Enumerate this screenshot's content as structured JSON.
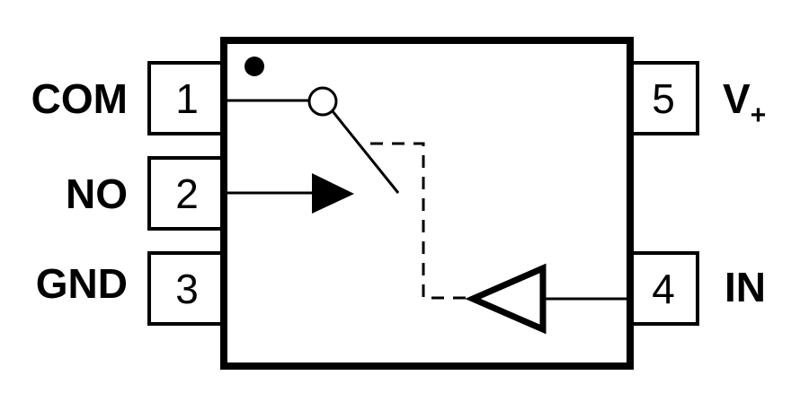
{
  "pins": {
    "p1": {
      "number": "1",
      "label": "COM"
    },
    "p2": {
      "number": "2",
      "label": "NO"
    },
    "p3": {
      "number": "3",
      "label": "GND"
    },
    "p4": {
      "number": "4",
      "label": "IN"
    },
    "p5": {
      "number": "5",
      "label": "V",
      "label_subscript": "+"
    }
  },
  "colors": {
    "line": "#000000",
    "background": "#ffffff"
  }
}
